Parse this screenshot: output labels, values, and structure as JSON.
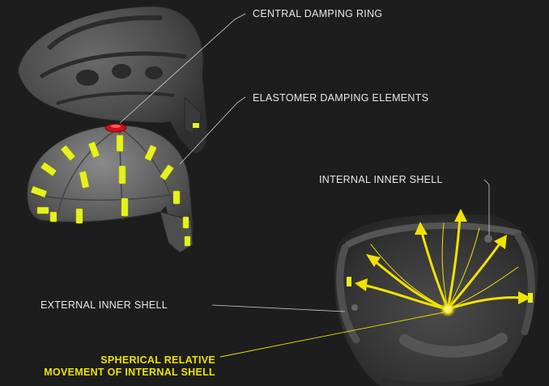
{
  "labels": {
    "central_damping_ring": "CENTRAL DAMPING RING",
    "elastomer_damping_elements": "ELASTOMER DAMPING ELEMENTS",
    "internal_inner_shell": "INTERNAL INNER SHELL",
    "external_inner_shell": "EXTERNAL INNER SHELL",
    "spherical_relative_line1": "SPHERICAL RELATIVE",
    "spherical_relative_line2": "MOVEMENT OF INTERNAL SHELL"
  },
  "colors": {
    "background": "#1d1d1d",
    "label_text": "#e8e8e8",
    "highlight": "#f0e200",
    "elastomer": "#e6f21c",
    "damping_ring": "#d0101a",
    "shell_dark": "#3a3a3a",
    "shell_mid": "#555555",
    "shell_light": "#7a7a7a"
  }
}
